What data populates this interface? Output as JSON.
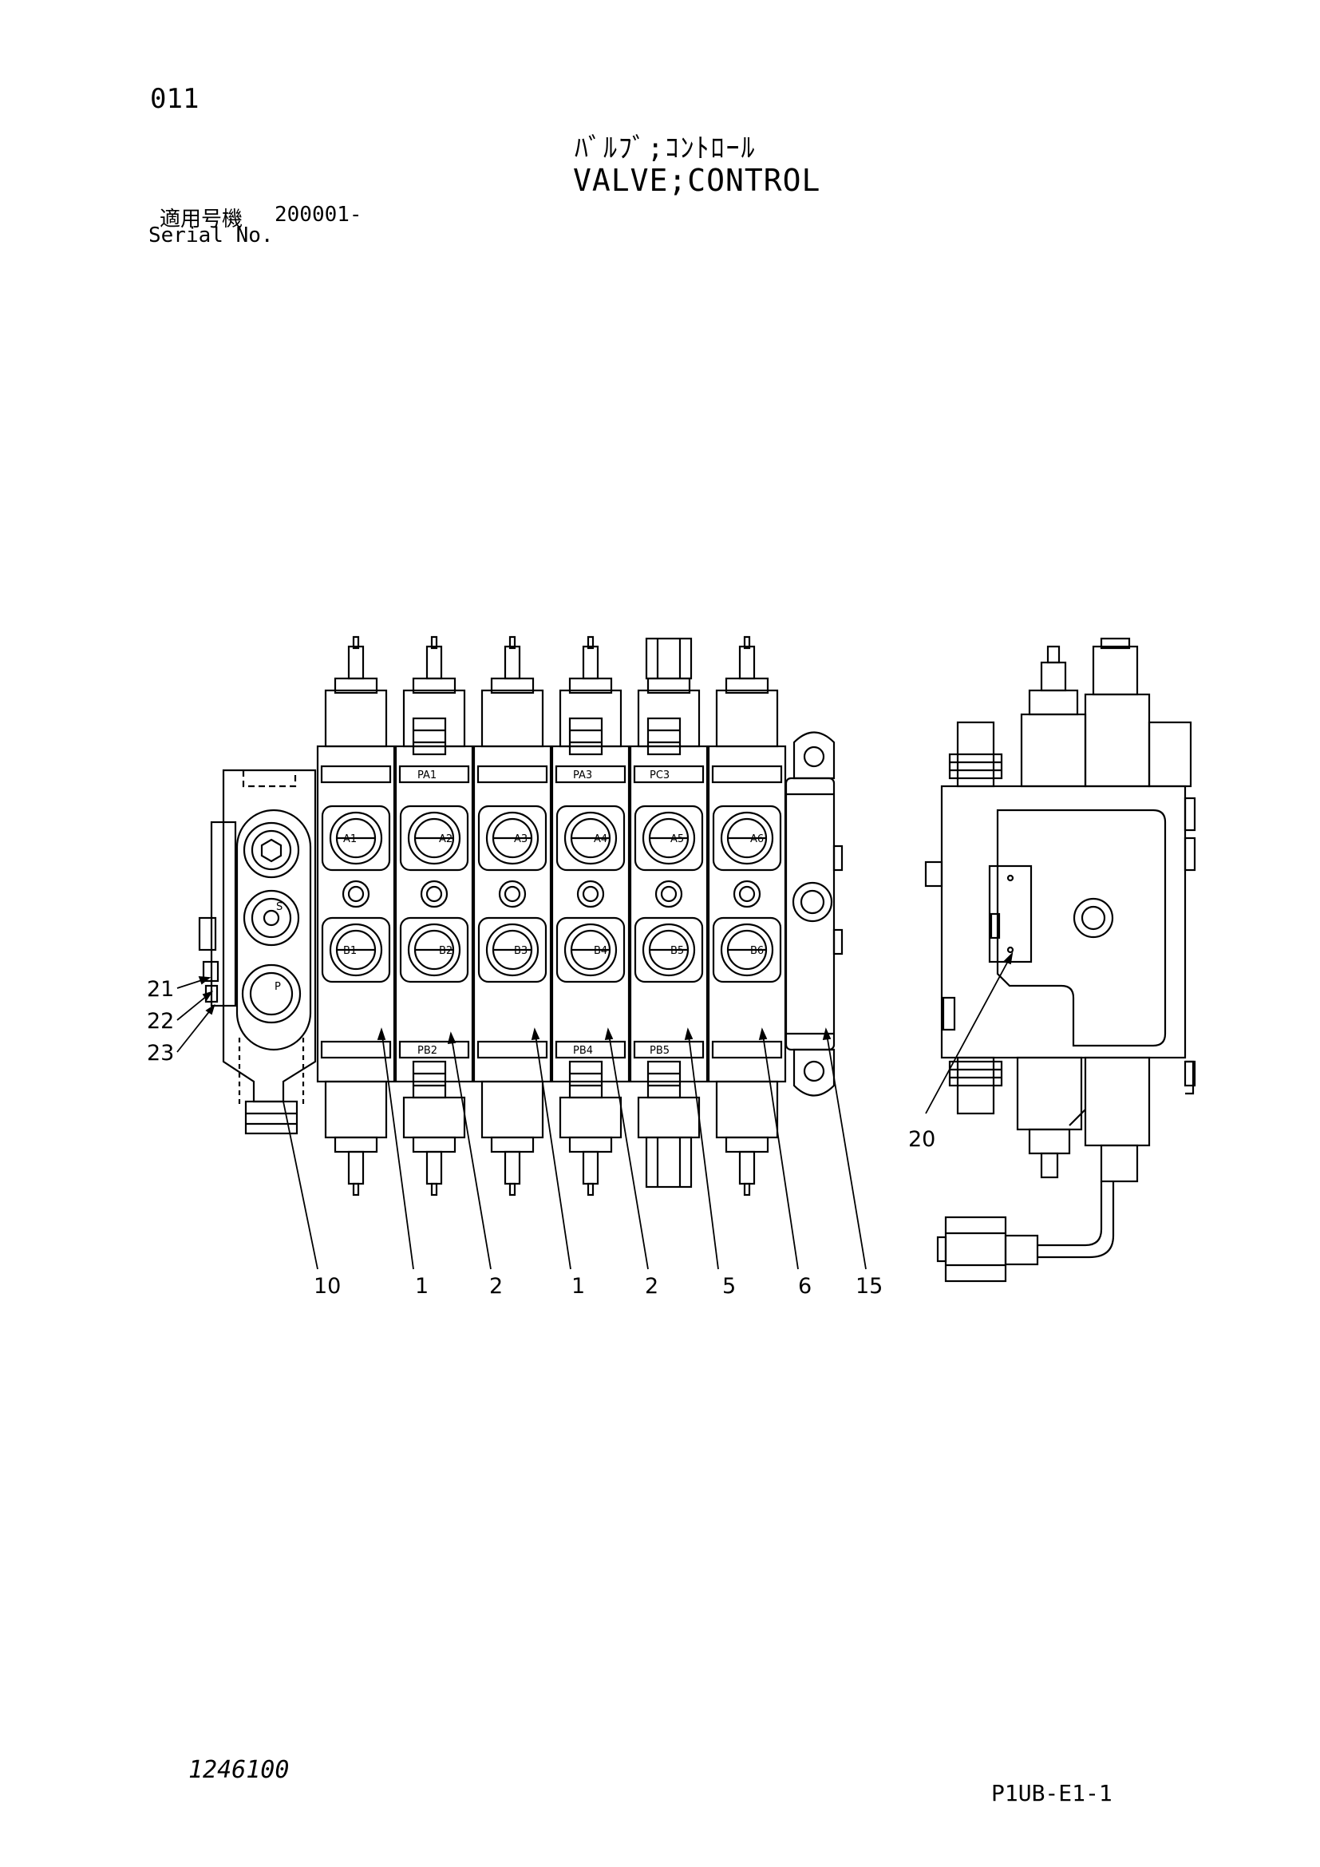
{
  "header": {
    "page_number": "011",
    "title_jp": "ﾊﾞﾙﾌﾞ;ｺﾝﾄﾛｰﾙ",
    "title_en": "VALVE;CONTROL",
    "serial_label_jp": "適用号機",
    "serial_value": "200001-",
    "serial_label_en": "Serial No."
  },
  "footer": {
    "doc_number": "1246100",
    "sheet_code": "P1UB-E1-1"
  },
  "diagram": {
    "port_labels": {
      "A1": "A1",
      "A2": "A2",
      "A3": "A3",
      "A4": "A4",
      "A5": "A5",
      "A6": "A6",
      "B1": "B1",
      "B2": "B2",
      "B3": "B3",
      "B4": "B4",
      "B5": "B5",
      "B6": "B6",
      "S": "S",
      "P": "P",
      "PA1": "PA1",
      "PA3": "PA3",
      "PC3": "PC3",
      "PB2": "PB2",
      "PB4": "PB4",
      "PB5": "PB5"
    },
    "callouts": {
      "c21": "21",
      "c22": "22",
      "c23": "23",
      "c20": "20",
      "c10": "10",
      "c1a": "1",
      "c2a": "2",
      "c1b": "1",
      "c2b": "2",
      "c5": "5",
      "c6": "6",
      "c15": "15"
    }
  }
}
